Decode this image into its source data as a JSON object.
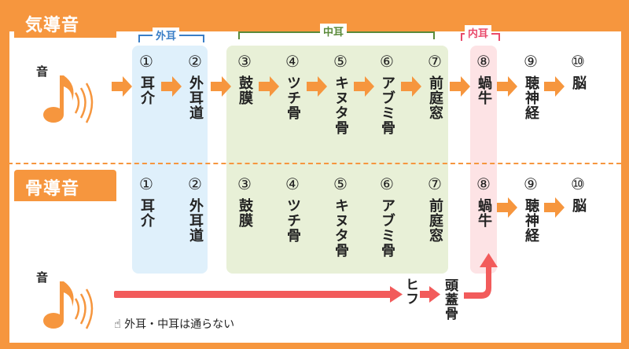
{
  "title_air": "気導音",
  "title_bone": "骨導音",
  "section_labels": {
    "outer": "外耳",
    "middle": "中耳",
    "inner": "内耳"
  },
  "sound_label": "音",
  "air_nodes": [
    {
      "num": "①",
      "label": "耳介"
    },
    {
      "num": "②",
      "label": "外耳道"
    },
    {
      "num": "③",
      "label": "鼓膜"
    },
    {
      "num": "④",
      "label": "ツチ骨"
    },
    {
      "num": "⑤",
      "label": "キヌタ骨"
    },
    {
      "num": "⑥",
      "label": "アブミ骨"
    },
    {
      "num": "⑦",
      "label": "前庭窓"
    },
    {
      "num": "⑧",
      "label": "蝸牛"
    },
    {
      "num": "⑨",
      "label": "聴神経"
    },
    {
      "num": "⑩",
      "label": "脳"
    }
  ],
  "bone_nodes": [
    {
      "num": "①",
      "label": "耳介"
    },
    {
      "num": "②",
      "label": "外耳道"
    },
    {
      "num": "③",
      "label": "鼓膜"
    },
    {
      "num": "④",
      "label": "ツチ骨"
    },
    {
      "num": "⑤",
      "label": "キヌタ骨"
    },
    {
      "num": "⑥",
      "label": "アブミ骨"
    },
    {
      "num": "⑦",
      "label": "前庭窓"
    },
    {
      "num": "⑧",
      "label": "蝸牛"
    },
    {
      "num": "⑨",
      "label": "聴神経"
    },
    {
      "num": "⑩",
      "label": "脳"
    }
  ],
  "bone_path": {
    "skin": "ヒフ",
    "skull": "頭蓋骨"
  },
  "footnote": "外耳・中耳は通らない",
  "footnote_icon": "pointing-hand-icon",
  "colors": {
    "frame": "#f6963e",
    "arrow_orange": "#f6963e",
    "arrow_red": "#f25b5b",
    "outer_bg": "#dff0fb",
    "middle_bg": "#e8f0d7",
    "inner_bg": "#fde3e5",
    "outer_label": "#3a7ec6",
    "middle_label": "#5a8a3a",
    "inner_label": "#e94a6b"
  }
}
